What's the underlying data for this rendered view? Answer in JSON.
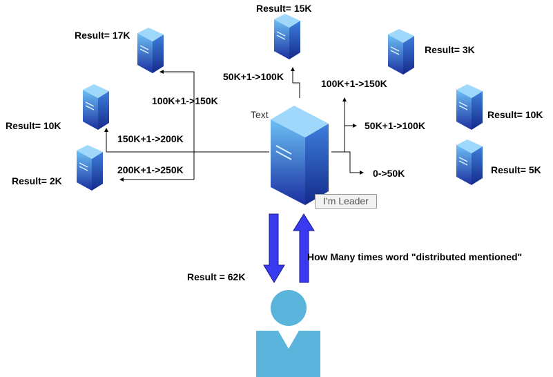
{
  "leader": {
    "caption": "Text",
    "badge": "I'm Leader"
  },
  "results": {
    "top": "Result= 15K",
    "top_left": "Result= 17K",
    "mid_left": "Result= 10K",
    "bottom_left": "Result= 2K",
    "top_right": "Result= 3K",
    "mid_right": "Result= 10K",
    "bottom_right": "Result= 5K"
  },
  "ranges": {
    "to_top": "50K+1->100K",
    "to_top_right": "100K+1->150K",
    "to_top_left": "100K+1->150K",
    "to_mid_left": "150K+1->200K",
    "to_bottom_left": "200K+1->250K",
    "to_mid_right": "50K+1->100K",
    "to_bottom_right": "0->50K"
  },
  "client": {
    "query": "How Many times word \"distributed mentioned\"",
    "answer": "Result = 62K"
  },
  "colors": {
    "server_light": "#5aaef0",
    "server_dark": "#1a3aa8",
    "arrow_fill": "#3a3af0",
    "person": "#5ab4db"
  }
}
